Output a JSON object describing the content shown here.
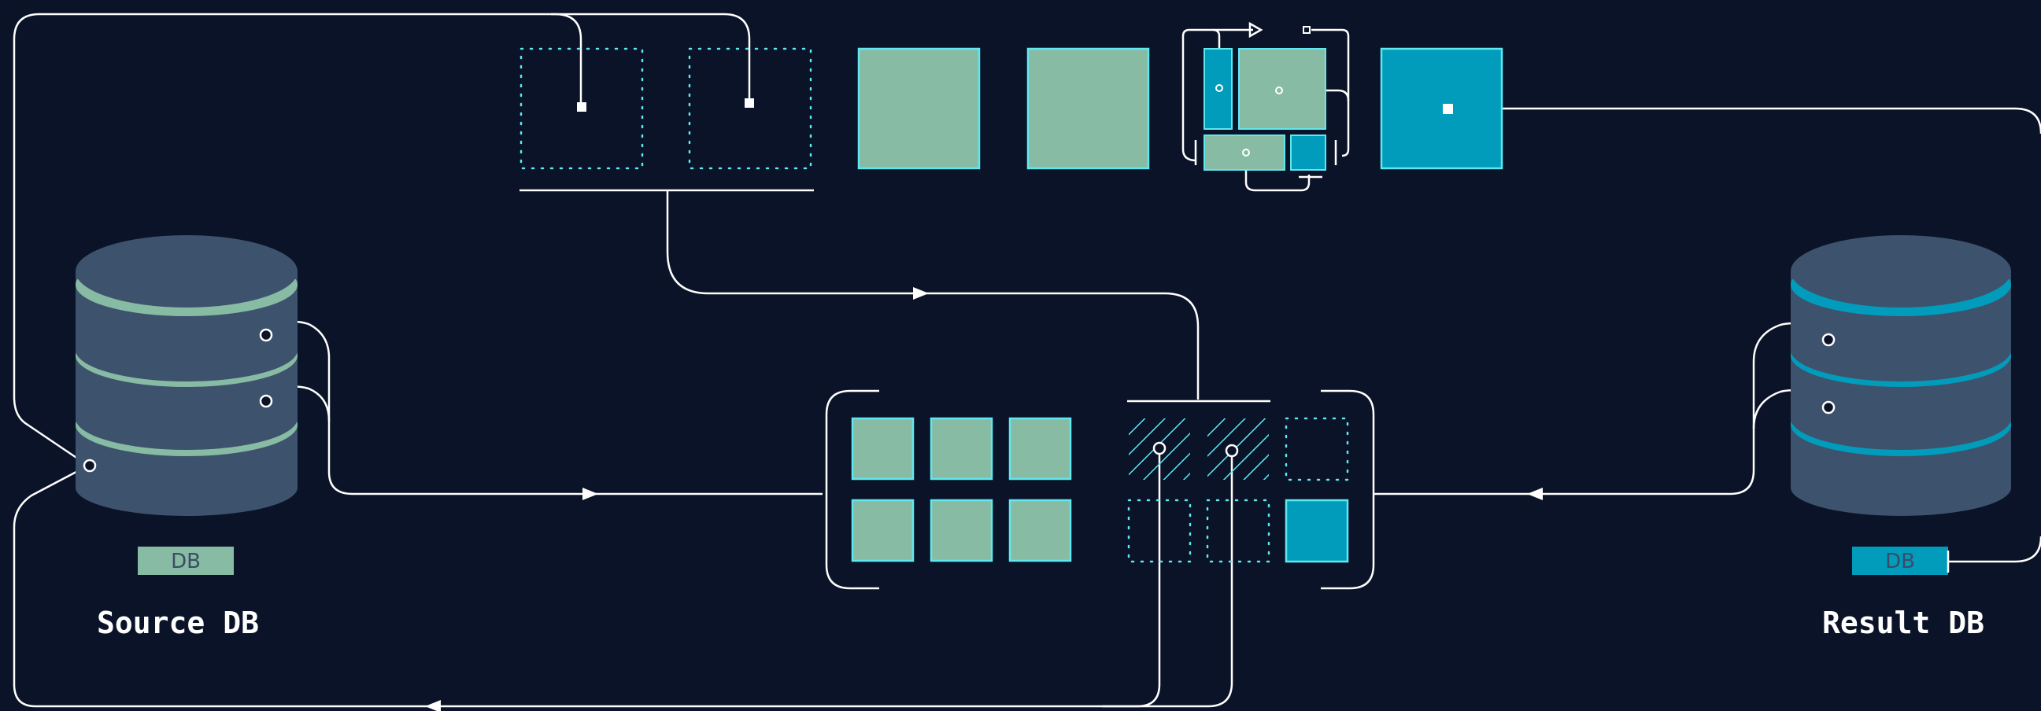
{
  "colors": {
    "background": "#0b1328",
    "line": "#ffffff",
    "sage": "#88bba3",
    "teal": "#019cbc",
    "cyan_outline": "#5fe8f0",
    "db_body": "#3d526c",
    "tag_text_dark": "#3a4d66"
  },
  "source_db": {
    "label": "Source DB",
    "tag": "DB",
    "ring_color": "sage"
  },
  "result_db": {
    "label": "Result DB",
    "tag": "DB",
    "ring_color": "teal"
  },
  "icons": {
    "database": "database-cylinder-icon",
    "arrow": "arrowhead-icon",
    "connector": "connector-circle-icon"
  }
}
